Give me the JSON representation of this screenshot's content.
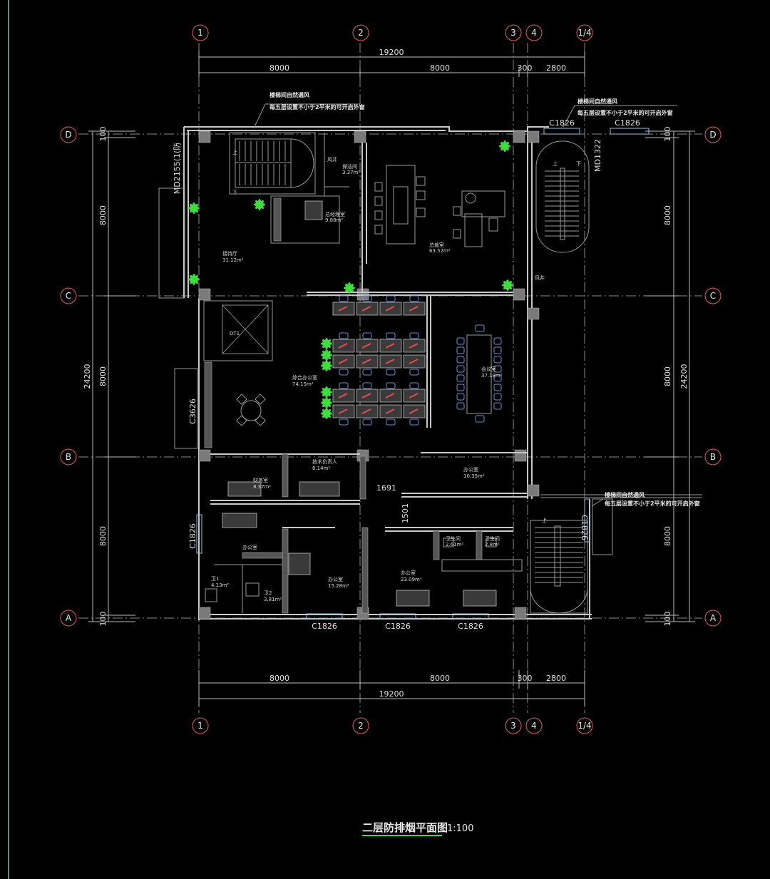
{
  "drawing": {
    "title": "二层防排烟平面图",
    "scale": "1:100",
    "colors": {
      "background": "#000000",
      "wall": "#c8c8c8",
      "plant": "#3fdc3f",
      "window": "#8fc4e6",
      "axis_bubble": "#e06060",
      "underline": "#4fd14f"
    }
  },
  "axes": {
    "columns": [
      "1",
      "2",
      "3",
      "4",
      "1/4"
    ],
    "rows": [
      "D",
      "C",
      "B",
      "A"
    ]
  },
  "dimensions": {
    "top_total": "19200",
    "top_seg": [
      "8000",
      "8000",
      "300",
      "2800"
    ],
    "bottom_total": "19200",
    "bottom_seg": [
      "8000",
      "8000",
      "300",
      "2800"
    ],
    "side_total": "24200",
    "side_seg": [
      "100",
      "8000",
      "8000",
      "8000",
      "100"
    ],
    "inner": [
      "1691",
      "1501"
    ]
  },
  "notes": [
    {
      "line1": "楼梯间自然通风",
      "line2": "每五层设置不小于2平米的可开启外窗"
    },
    {
      "line1": "楼梯间自然通风",
      "line2": "每五层设置不小于2平米的可开启外窗"
    },
    {
      "line1": "楼梯间自然通风",
      "line2": "每五层设置不小于2平米的可开启外窗"
    }
  ],
  "windows": {
    "top_right": [
      "C1826",
      "C1826"
    ],
    "bottom": [
      "C1826",
      "C1826",
      "C1826"
    ],
    "left_b": "C1826",
    "left_c": "C3626",
    "mid_right": "C1826",
    "door_right": "MD1322",
    "door_left": "MD2155(1(防"
  },
  "labels": {
    "up": "上",
    "down": "下",
    "shaft_top": "风井",
    "shaft_right": "风井",
    "elevator": "DT1"
  },
  "rooms": [
    {
      "name": "保洁间",
      "area": "3.37m²"
    },
    {
      "name": "总经理室",
      "area": "9.88m²"
    },
    {
      "name": "总裁室",
      "area": "63.52m²"
    },
    {
      "name": "接待厅",
      "area": "31.12m²"
    },
    {
      "name": "综合办公室",
      "area": "74.15m²"
    },
    {
      "name": "会议室",
      "area": "37.18m²"
    },
    {
      "name": "财务室",
      "area": "8.37m²"
    },
    {
      "name": "技术负责人",
      "area": "8.14m²"
    },
    {
      "name": "办公室",
      "area": "10.35m²"
    },
    {
      "name": "办公室",
      "area": ""
    },
    {
      "name": "办公室",
      "area": "15.28m²"
    },
    {
      "name": "办公室",
      "area": "23.09m²"
    },
    {
      "name": "卫生间",
      "area": "2.61m²"
    },
    {
      "name": "卫生间",
      "area": "2.8m²"
    },
    {
      "name": "卫1",
      "area": "4.13m²"
    },
    {
      "name": "卫2",
      "area": "3.81m²"
    }
  ]
}
